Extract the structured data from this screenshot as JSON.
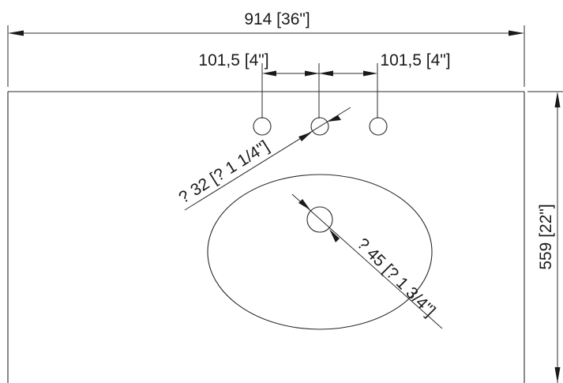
{
  "drawing": {
    "overall_width_label": "914 [36\"]",
    "overall_depth_label": "559 [22\"]",
    "left_spacing_label": "101,5 [4\"]",
    "right_spacing_label": "101,5 [4\"]",
    "faucet_hole_label": "? 32 [? 1 1/4\"]",
    "drain_hole_label": "? 45 [? 1 3/4\"]"
  }
}
